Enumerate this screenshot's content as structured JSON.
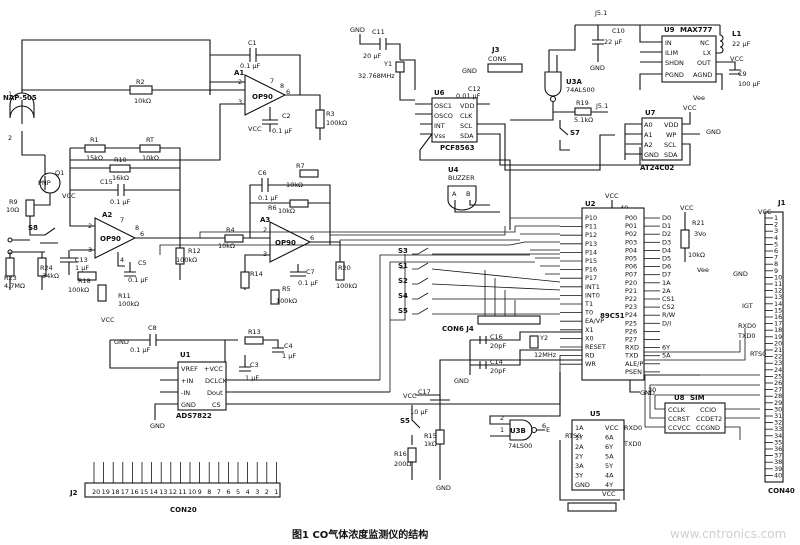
{
  "caption": "图1  CO气体浓度监测仪的结构",
  "watermark": "www.cntronics.com",
  "components": {
    "sensor": "NAP-505",
    "opamp_a1": {
      "ref": "A1",
      "part": "OP90"
    },
    "opamp_a2": {
      "ref": "A2",
      "part": "OP90"
    },
    "opamp_a3": {
      "ref": "A3",
      "part": "OP90"
    },
    "c1": "C1",
    "c1v": "0.1 μF",
    "c2": "C2",
    "c2v": "0.1 μF",
    "c3": "C3",
    "c3v": "1 μF",
    "c4": "C4",
    "c4v": "1 μF",
    "c5": "C5",
    "c5v": "0.1 μF",
    "c6": "C6",
    "c6v": "0.1 μF",
    "c7": "C7",
    "c7v": "0.1 μF",
    "c8": "C8",
    "c8v": "0.1 μF",
    "c9": "C9",
    "c9v": "100 μF",
    "c10": "C10",
    "c10v": "22 μF",
    "c11": "C11",
    "c11v": "20 μF",
    "c12": "C12",
    "c12v": "0.01 μF",
    "c13": "C13",
    "c13v": "1 μF",
    "c14": "C14",
    "c14v": "20pF",
    "c15": "C15",
    "c15v": "0.1 μF",
    "c16": "C16",
    "c16v": "20pF",
    "c17": "C17",
    "c17v": "10 μF",
    "r1": "R1",
    "r1v": "15kΩ",
    "r2": "R2",
    "r2v": "10kΩ",
    "r3": "R3",
    "r3v": "100kΩ",
    "r4": "R4",
    "r4v": "10kΩ",
    "r5": "R5",
    "r5v": "100kΩ",
    "r6": "R6",
    "r6v": "10kΩ",
    "r7": "R7",
    "r7v": "10kΩ",
    "r9": "R9",
    "r9v": "10Ω",
    "r10": "R10",
    "r10v": "16kΩ",
    "r11": "R11",
    "r11v": "100kΩ",
    "r12": "R12",
    "r12v": "100kΩ",
    "r13": "R13",
    "r14": "R14",
    "r15": "R15",
    "r15v": "1kΩ",
    "r16": "R16",
    "r16v": "200Ω",
    "r18": "R18",
    "r18v": "100kΩ",
    "r19": "R19",
    "r19v": "5.1kΩ",
    "r20": "R20",
    "r20v": "100kΩ",
    "r21": "R21",
    "r21v": "10kΩ",
    "r23": "R23",
    "r23v": "4.7MΩ",
    "r24": "R24",
    "r24v": "34kΩ",
    "rt": "RT",
    "rtv": "10kΩ",
    "q1": "Q1",
    "q1type": "PNP",
    "s3": "S3",
    "s5": "S5",
    "s7": "S7",
    "s8": "S8",
    "s1": "S1",
    "s2": "S2",
    "s4": "S4",
    "y1": "Y1",
    "y1v": "32.768MHz",
    "y2": "Y2",
    "y2v": "12MHz",
    "u1": {
      "ref": "U1",
      "part": "ADS7822",
      "pins": [
        "VREF",
        "+IN",
        "-IN",
        "GND",
        "+VCC",
        "DCLCK",
        "Dout",
        "CS"
      ]
    },
    "u2": {
      "ref": "U2",
      "part": "89C51",
      "left_pins": [
        "P10",
        "P11",
        "P12",
        "P13",
        "P14",
        "P15",
        "P16",
        "P17",
        "INT1",
        "INT0",
        "T1",
        "T0",
        "EA/VP",
        "X1",
        "X0",
        "RESET",
        "RD",
        "WR"
      ],
      "right_pins": [
        "P00",
        "P01",
        "P02",
        "P03",
        "P04",
        "P05",
        "P06",
        "P07",
        "P20",
        "P21",
        "P22",
        "P23",
        "P24",
        "P25",
        "P26",
        "P27",
        "RXD",
        "TXD",
        "ALE/P",
        "PSEN"
      ],
      "right_nets": [
        "D0",
        "D1",
        "D2",
        "D3",
        "D4",
        "D5",
        "D6",
        "D7",
        "1A",
        "2A",
        "CS1",
        "CS2",
        "R/W",
        "D/I",
        "",
        "",
        "6Y",
        "5A",
        "",
        ""
      ]
    },
    "u3": {
      "ref": "U3A",
      "part": "74ALS00"
    },
    "u3b": {
      "ref": "U3B",
      "part": "74LS00"
    },
    "u4": {
      "ref": "U4",
      "part": "BUZZER"
    },
    "u5": {
      "ref": "U5",
      "left": [
        "1A",
        "1Y",
        "2A",
        "2Y",
        "3A",
        "3Y",
        "GND"
      ],
      "right": [
        "VCC",
        "6A",
        "6Y",
        "5A",
        "5Y",
        "4A",
        "4Y"
      ],
      "nets": [
        "RXD0",
        "RTS0",
        "TXD0"
      ]
    },
    "u6": {
      "ref": "U6",
      "part": "PCF8563",
      "pins": [
        "OSC1",
        "OSCO",
        "INT",
        "Vss",
        "VDD",
        "CLK",
        "SCL",
        "SDA"
      ]
    },
    "u7": {
      "ref": "U7",
      "part": "AT24C02",
      "pins": [
        "A0",
        "A1",
        "A2",
        "GND",
        "VDD",
        "WP",
        "SCL",
        "SDA"
      ]
    },
    "u8": {
      "ref": "U8",
      "part": "SIM",
      "pins": [
        "CCLK",
        "CCRST",
        "CCVCC",
        "CCIO",
        "CCDET2",
        "CCGND"
      ]
    },
    "u9": {
      "ref": "U9",
      "part": "MAX777",
      "pins": [
        "IN",
        "ILIM",
        "SHDN",
        "PGND",
        "NC",
        "LX",
        "OUT",
        "AGND"
      ]
    },
    "l1": "L1",
    "l1v": "22 μF",
    "j1": {
      "ref": "J1",
      "part": "CON40",
      "labels": [
        "GND",
        "IGT",
        "RXD0",
        "TXD0",
        "RTS0"
      ]
    },
    "j2": {
      "ref": "J2",
      "part": "CON20"
    },
    "j3": {
      "ref": "J3",
      "part": "CON5"
    },
    "j4": {
      "ref": "CON6 J4"
    },
    "j5": "J5.1",
    "nets": {
      "vcc": "VCC",
      "gnd": "GND",
      "vee": "Vee",
      "vo": "3Vo"
    }
  }
}
